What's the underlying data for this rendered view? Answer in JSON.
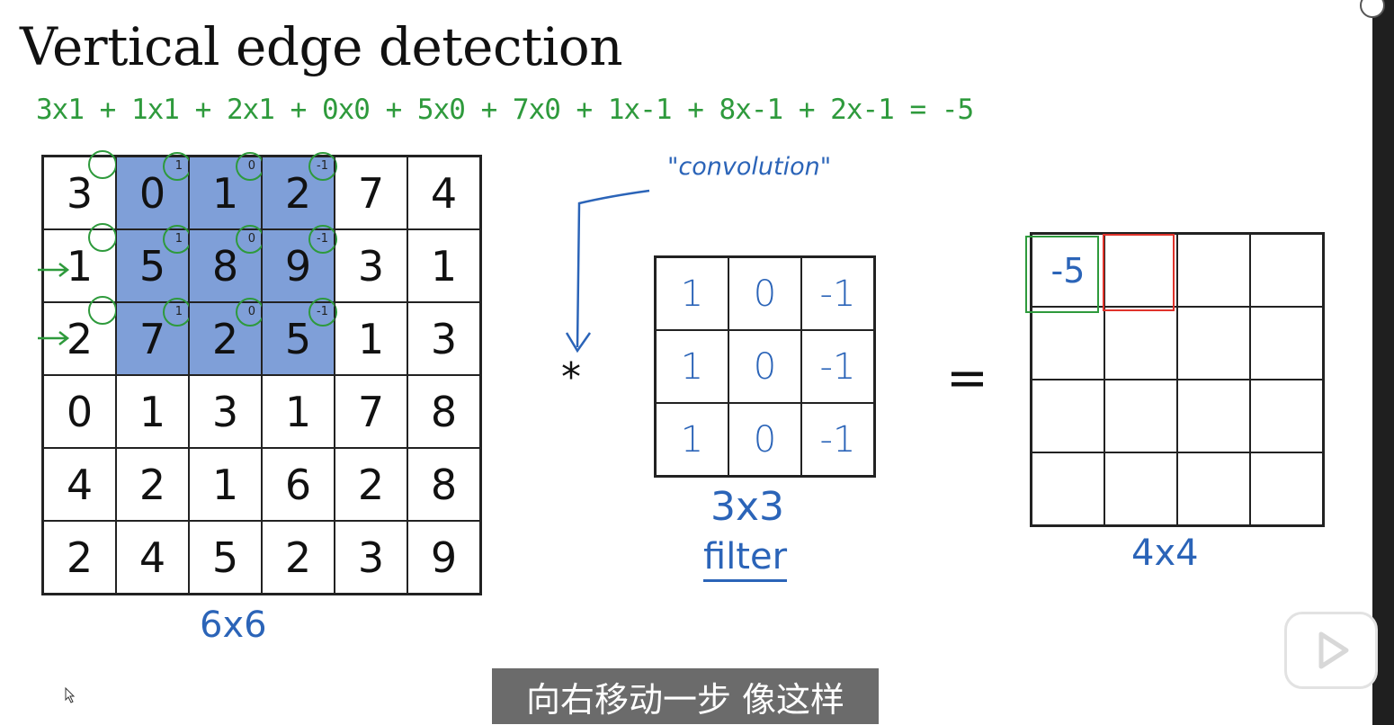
{
  "title": "Vertical edge detection",
  "equation": "3x1 + 1x1 + 2x1 + 0x0 + 5x0 + 7x0 + 1x-1 + 8x-1 + 2x-1 = -5",
  "input_matrix": {
    "rows": [
      [
        "3",
        "0",
        "1",
        "2",
        "7",
        "4"
      ],
      [
        "1",
        "5",
        "8",
        "9",
        "3",
        "1"
      ],
      [
        "2",
        "7",
        "2",
        "5",
        "1",
        "3"
      ],
      [
        "0",
        "1",
        "3",
        "1",
        "7",
        "8"
      ],
      [
        "4",
        "2",
        "1",
        "6",
        "2",
        "8"
      ],
      [
        "2",
        "4",
        "5",
        "2",
        "3",
        "9"
      ]
    ],
    "highlight_color": "#7f9fd8",
    "kernel_weights": [
      "1",
      "0",
      "-1"
    ],
    "label": "6x6"
  },
  "operator_star": "*",
  "convolution_label": "\"convolution\"",
  "filter_matrix": {
    "rows": [
      [
        "1",
        "0",
        "-1"
      ],
      [
        "1",
        "0",
        "-1"
      ],
      [
        "1",
        "0",
        "-1"
      ]
    ],
    "size_label": "3x3",
    "name_label": "filter"
  },
  "operator_equals": "=",
  "output_matrix": {
    "first_value": "-5",
    "label": "4x4",
    "current_box_color": "#2e9a3c",
    "next_box_color": "#e0332b"
  },
  "subtitle": "向右移动一步 像这样",
  "annotation_color_green": "#2e9a3c",
  "annotation_color_blue": "#2b64b8"
}
